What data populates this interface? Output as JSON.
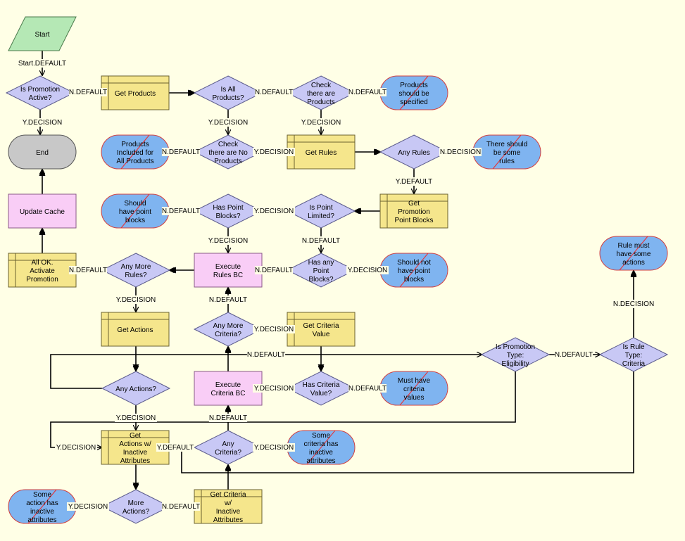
{
  "nodes": [
    {
      "id": "start",
      "shape": "parallelogram",
      "lines": [
        "Start"
      ]
    },
    {
      "id": "is_promo_active",
      "shape": "diamond",
      "lines": [
        "Is Promotion",
        "Active?"
      ]
    },
    {
      "id": "end",
      "shape": "terminal",
      "lines": [
        "End"
      ]
    },
    {
      "id": "update_cache",
      "shape": "pink",
      "lines": [
        "Update Cache"
      ]
    },
    {
      "id": "all_ok",
      "shape": "task",
      "lines": [
        "All OK.",
        "Activate",
        "Promotion"
      ]
    },
    {
      "id": "any_more_rules",
      "shape": "diamond",
      "lines": [
        "Any More",
        "Rules?"
      ]
    },
    {
      "id": "get_actions",
      "shape": "task",
      "lines": [
        "Get Actions"
      ]
    },
    {
      "id": "any_actions",
      "shape": "diamond",
      "lines": [
        "Any Actions?"
      ]
    },
    {
      "id": "get_actions_inactive",
      "shape": "task",
      "lines": [
        "Get",
        "Actions w/",
        "Inactive",
        "Attributes"
      ]
    },
    {
      "id": "more_actions",
      "shape": "diamond",
      "lines": [
        "More",
        "Actions?"
      ]
    },
    {
      "id": "stop_action_inactive",
      "shape": "stop",
      "lines": [
        "Some",
        "action has",
        "inactive",
        "attributes"
      ]
    },
    {
      "id": "get_products",
      "shape": "task",
      "lines": [
        "Get Products"
      ]
    },
    {
      "id": "products_included",
      "shape": "stop",
      "lines": [
        "Products",
        "Included for",
        "All Products"
      ]
    },
    {
      "id": "should_have_point_blocks",
      "shape": "stop",
      "lines": [
        "Should",
        "have point",
        "blocks"
      ]
    },
    {
      "id": "is_all_products",
      "shape": "diamond",
      "lines": [
        "Is All",
        "Products?"
      ]
    },
    {
      "id": "check_no_products",
      "shape": "diamond",
      "lines": [
        "Check",
        "there are No",
        "Products"
      ]
    },
    {
      "id": "has_point_blocks",
      "shape": "diamond",
      "lines": [
        "Has Point",
        "Blocks?"
      ]
    },
    {
      "id": "execute_rules_bc",
      "shape": "pink",
      "lines": [
        "Execute",
        "Rules BC"
      ]
    },
    {
      "id": "any_more_criteria",
      "shape": "diamond",
      "lines": [
        "Any More",
        "Criteria?"
      ]
    },
    {
      "id": "execute_criteria_bc",
      "shape": "pink",
      "lines": [
        "Execute",
        "Criteria BC"
      ]
    },
    {
      "id": "any_criteria",
      "shape": "diamond",
      "lines": [
        "Any",
        "Criteria?"
      ]
    },
    {
      "id": "get_criteria_inactive",
      "shape": "task",
      "lines": [
        "Get Criteria",
        "w/",
        "Inactive",
        "Attributes"
      ]
    },
    {
      "id": "check_products",
      "shape": "diamond",
      "lines": [
        "Check",
        "there are",
        "Products"
      ]
    },
    {
      "id": "get_rules",
      "shape": "task",
      "lines": [
        "Get Rules"
      ]
    },
    {
      "id": "is_point_limited",
      "shape": "diamond",
      "lines": [
        "Is Point",
        "Limited?"
      ]
    },
    {
      "id": "has_any_point_blocks",
      "shape": "diamond",
      "lines": [
        "Has any",
        "Point",
        "Blocks?"
      ]
    },
    {
      "id": "get_criteria_value",
      "shape": "task",
      "lines": [
        "Get Criteria",
        "Value"
      ]
    },
    {
      "id": "has_criteria_value",
      "shape": "diamond",
      "lines": [
        "Has Criteria",
        "Value?"
      ]
    },
    {
      "id": "stop_criteria_inactive",
      "shape": "stop",
      "lines": [
        "Some",
        "criteria has",
        "inactive",
        "attributes"
      ]
    },
    {
      "id": "products_should_be_specified",
      "shape": "stop",
      "lines": [
        "Products",
        "should be",
        "specified"
      ]
    },
    {
      "id": "any_rules",
      "shape": "diamond",
      "lines": [
        "Any Rules"
      ]
    },
    {
      "id": "get_promo_point_blocks",
      "shape": "task",
      "lines": [
        "Get",
        "Promotion",
        "Point Blocks"
      ]
    },
    {
      "id": "should_not_have_point_blocks",
      "shape": "stop",
      "lines": [
        "Should not",
        "have point",
        "blocks"
      ]
    },
    {
      "id": "must_have_criteria_values",
      "shape": "stop",
      "lines": [
        "Must have",
        "criteria",
        "values"
      ]
    },
    {
      "id": "there_should_be_rules",
      "shape": "stop",
      "lines": [
        "There should",
        "be some",
        "rules"
      ]
    },
    {
      "id": "is_promo_type_eligibility",
      "shape": "diamond",
      "lines": [
        "Is Promotion",
        "Type:",
        "Eligibility"
      ]
    },
    {
      "id": "is_rule_type_criteria",
      "shape": "diamond",
      "lines": [
        "Is Rule",
        "Type:",
        "Criteria"
      ]
    },
    {
      "id": "rule_must_have_actions",
      "shape": "stop",
      "lines": [
        "Rule must",
        "have some",
        "actions"
      ]
    }
  ],
  "edge_labels": [
    {
      "id": "start_default",
      "text": "Start.DEFAULT"
    },
    {
      "id": "promo_n",
      "text": "N.DEFAULT"
    },
    {
      "id": "promo_y",
      "text": "Y.DECISION"
    },
    {
      "id": "allprod_n",
      "text": "N.DEFAULT"
    },
    {
      "id": "allprod_y",
      "text": "Y.DECISION"
    },
    {
      "id": "checkprod_n",
      "text": "N.DEFAULT"
    },
    {
      "id": "checkprod_y",
      "text": "Y.DECISION"
    },
    {
      "id": "checknoprod_n",
      "text": "N.DEFAULT"
    },
    {
      "id": "checknoprod_y",
      "text": "Y.DECISION"
    },
    {
      "id": "anyrules_n",
      "text": "N.DECISION"
    },
    {
      "id": "anyrules_y",
      "text": "Y.DEFAULT"
    },
    {
      "id": "pointlimited_y",
      "text": "Y.DECISION"
    },
    {
      "id": "pointlimited_n",
      "text": "N.DEFAULT"
    },
    {
      "id": "haspb_n",
      "text": "N.DEFAULT"
    },
    {
      "id": "haspb_y",
      "text": "Y.DECISION"
    },
    {
      "id": "hasanypb_n",
      "text": "N.DEFAULT"
    },
    {
      "id": "hasanypb_y",
      "text": "Y.DECISION"
    },
    {
      "id": "moreRules_n",
      "text": "N.DEFAULT"
    },
    {
      "id": "moreRules_y",
      "text": "Y.DECISION"
    },
    {
      "id": "moreCrit_n",
      "text": "N.DEFAULT"
    },
    {
      "id": "moreCrit_y",
      "text": "Y.DECISION"
    },
    {
      "id": "ndefault_long",
      "text": "N.DEFAULT"
    },
    {
      "id": "eligibility_n",
      "text": "N.DEFAULT"
    },
    {
      "id": "ruletype_n",
      "text": "N.DECISION"
    },
    {
      "id": "critval_y",
      "text": "Y.DECISION"
    },
    {
      "id": "critval_n",
      "text": "N.DEFAULT"
    },
    {
      "id": "anyactions_y",
      "text": "Y.DECISION"
    },
    {
      "id": "getactinactive_y",
      "text": "Y.DECISION"
    },
    {
      "id": "anycrit_n",
      "text": "N.DEFAULT"
    },
    {
      "id": "anycrit_ydefault",
      "text": "Y.DEFAULT"
    },
    {
      "id": "anycrit_y",
      "text": "Y.DECISION"
    },
    {
      "id": "moreactions_y",
      "text": "Y.DECISION"
    },
    {
      "id": "moreactions_n",
      "text": "N.DEFAULT"
    }
  ],
  "colors": {
    "background": "#ffffe6",
    "start": "#b5e8b5",
    "diamond": "#c8c8f5",
    "task": "#f5e68c",
    "pink": "#f9cdf6",
    "terminal": "#c8c8c8",
    "stop": "#7fb4f0",
    "stop_slash": "#e83030"
  }
}
